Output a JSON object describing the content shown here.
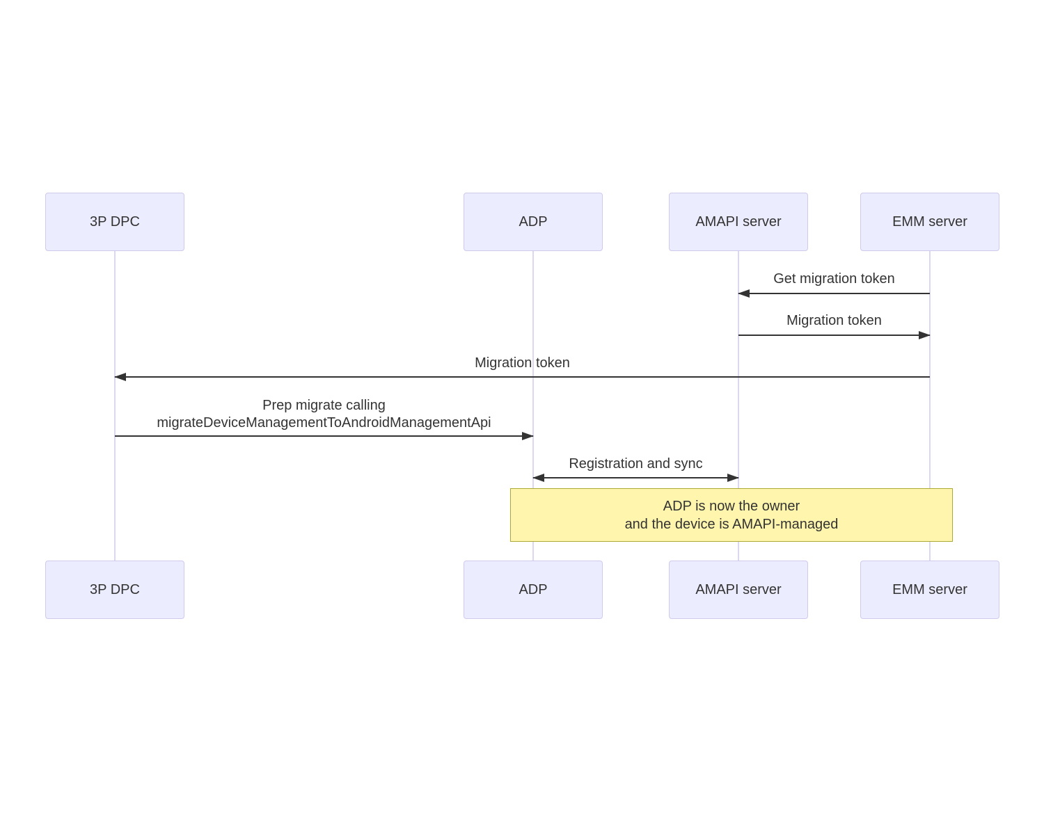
{
  "diagram": {
    "type": "sequence-diagram",
    "actors": [
      {
        "id": "3p-dpc",
        "label": "3P DPC"
      },
      {
        "id": "adp",
        "label": "ADP"
      },
      {
        "id": "amapi-server",
        "label": "AMAPI server"
      },
      {
        "id": "emm-server",
        "label": "EMM server"
      }
    ],
    "messages": [
      {
        "label": "Get migration token",
        "from": "EMM server",
        "to": "AMAPI server",
        "direction": "left",
        "style": "solid"
      },
      {
        "label": "Migration token",
        "from": "AMAPI server",
        "to": "EMM server",
        "direction": "right",
        "style": "solid"
      },
      {
        "label": "Migration token",
        "from": "EMM server",
        "to": "3P DPC",
        "direction": "left",
        "style": "solid"
      },
      {
        "label_line1": "Prep migrate calling",
        "label_line2": "migrateDeviceManagementToAndroidManagementApi",
        "from": "3P DPC",
        "to": "ADP",
        "direction": "right",
        "style": "solid"
      },
      {
        "label": "Registration and sync",
        "from": "ADP",
        "to": "AMAPI server",
        "direction": "both",
        "style": "solid"
      }
    ],
    "note": {
      "over": "ADP, AMAPI server, EMM server",
      "line1": "ADP is now the owner",
      "line2": "and the device is AMAPI-managed"
    },
    "colors": {
      "actor_fill": "#ECECFF",
      "actor_border": "#cfc9ec",
      "lifeline": "#dcd6f0",
      "arrow": "#333333",
      "text": "#333333",
      "note_fill": "#fff5ad",
      "note_border": "#aaaa33",
      "background": "#ffffff"
    }
  }
}
